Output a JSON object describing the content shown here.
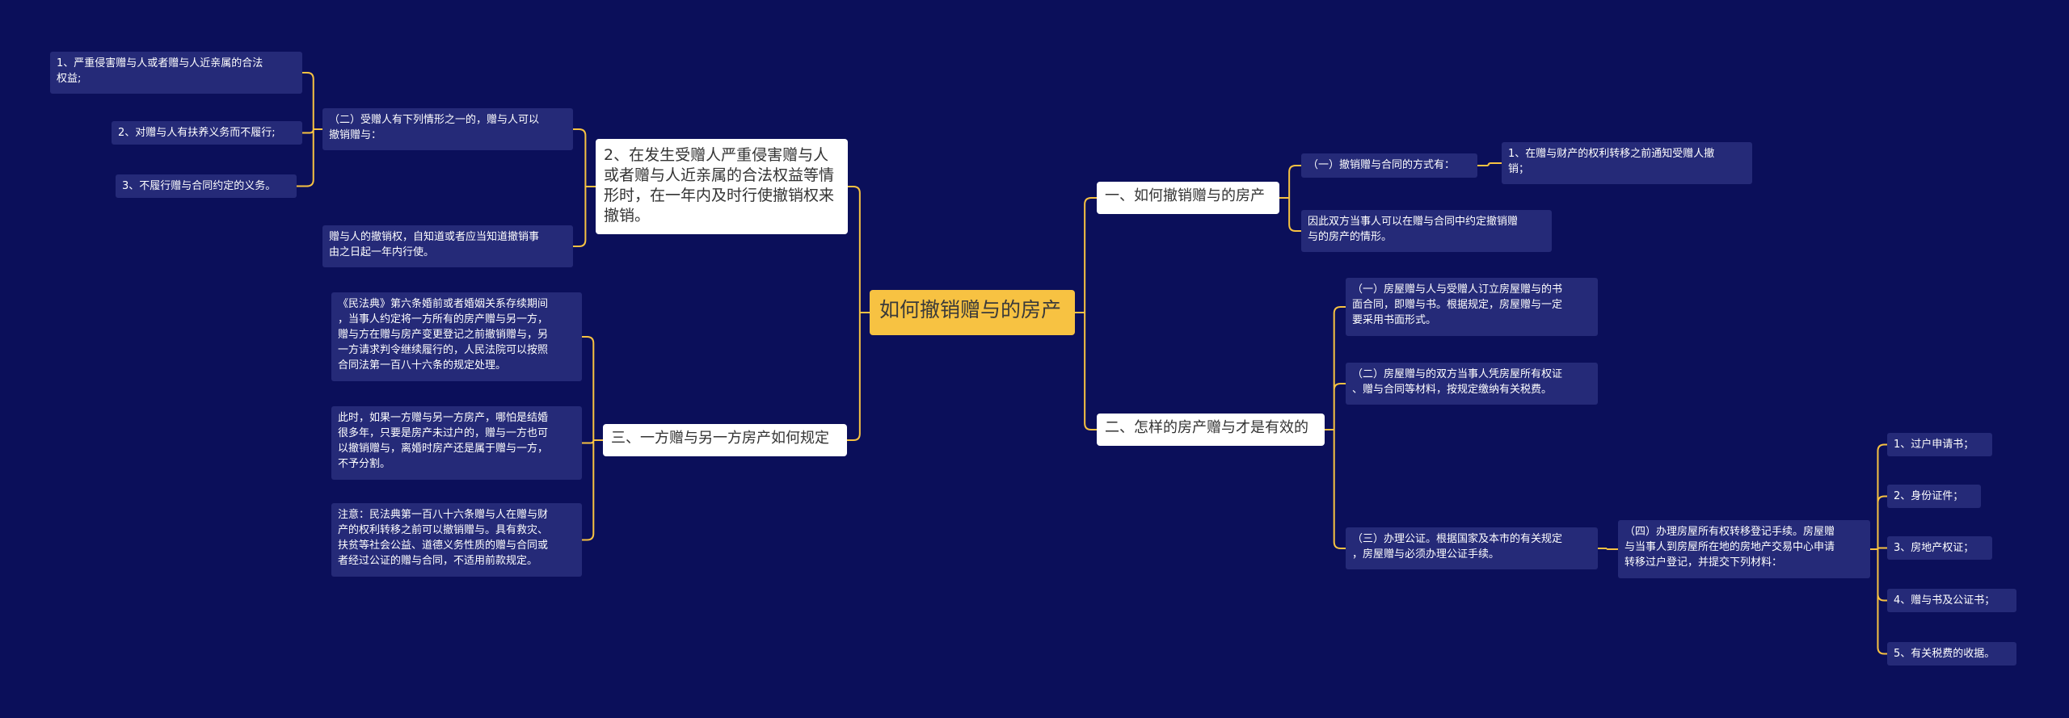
{
  "colors": {
    "background": "#0b0f5a",
    "root": "#f7c242",
    "branch": "#ffffff",
    "leaf": "#252a78",
    "connector": "#f7c242"
  },
  "root": {
    "text": "如何撤销赠与的房产"
  },
  "right": {
    "b1": {
      "text": "一、如何撤销赠与的房产",
      "c1": {
        "text": "（一）撤销赠与合同的方式有：",
        "c1a": "1、在赠与财产的权利转移之前通知受赠人撤\n销；"
      },
      "c2": {
        "text": "因此双方当事人可以在赠与合同中约定撤销赠\n与的房产的情形。"
      }
    },
    "b2": {
      "text": "二、怎样的房产赠与才是有效的",
      "c1": "（一）房屋赠与人与受赠人订立房屋赠与的书\n面合同，即赠与书。根据规定，房屋赠与一定\n要采用书面形式。",
      "c2": "（二）房屋赠与的双方当事人凭房屋所有权证\n、赠与合同等材料，按规定缴纳有关税费。",
      "c3": "（三）办理公证。根据国家及本市的有关规定\n，房屋赠与必须办理公证手续。",
      "c4": {
        "text": "（四）办理房屋所有权转移登记手续。房屋赠\n与当事人到房屋所在地的房地产交易中心申请\n转移过户登记，并提交下列材料：",
        "items": [
          "1、过户申请书；",
          "2、身份证件；",
          "3、房地产权证；",
          "4、赠与书及公证书；",
          "5、有关税费的收据。"
        ]
      }
    }
  },
  "left": {
    "b1": {
      "text": "2、在发生受赠人严重侵害赠与人\n或者赠与人近亲属的合法权益等情\n形时，在一年内及时行使撤销权来\n撤销。",
      "c1": {
        "text": "（二）受赠人有下列情形之一的，赠与人可以\n撤销赠与：",
        "items": [
          "1、严重侵害赠与人或者赠与人近亲属的合法\n权益;",
          "2、对赠与人有扶养义务而不履行;",
          "3、不履行赠与合同约定的义务。"
        ]
      },
      "c2": "赠与人的撤销权，自知道或者应当知道撤销事\n由之日起一年内行使。"
    },
    "b2": {
      "text": "三、一方赠与另一方房产如何规定",
      "c1": "《民法典》第六条婚前或者婚姻关系存续期间\n，当事人约定将一方所有的房产赠与另一方，\n赠与方在赠与房产变更登记之前撤销赠与，另\n一方请求判令继续履行的，人民法院可以按照\n合同法第一百八十六条的规定处理。",
      "c2": "此时，如果一方赠与另一方房产，哪怕是结婚\n很多年，只要是房产未过户的，赠与一方也可\n以撤销赠与，离婚时房产还是属于赠与一方，\n不予分割。",
      "c3": "注意：民法典第一百八十六条赠与人在赠与财\n产的权利转移之前可以撤销赠与。具有救灾、\n扶贫等社会公益、道德义务性质的赠与合同或\n者经过公证的赠与合同，不适用前款规定。"
    }
  }
}
